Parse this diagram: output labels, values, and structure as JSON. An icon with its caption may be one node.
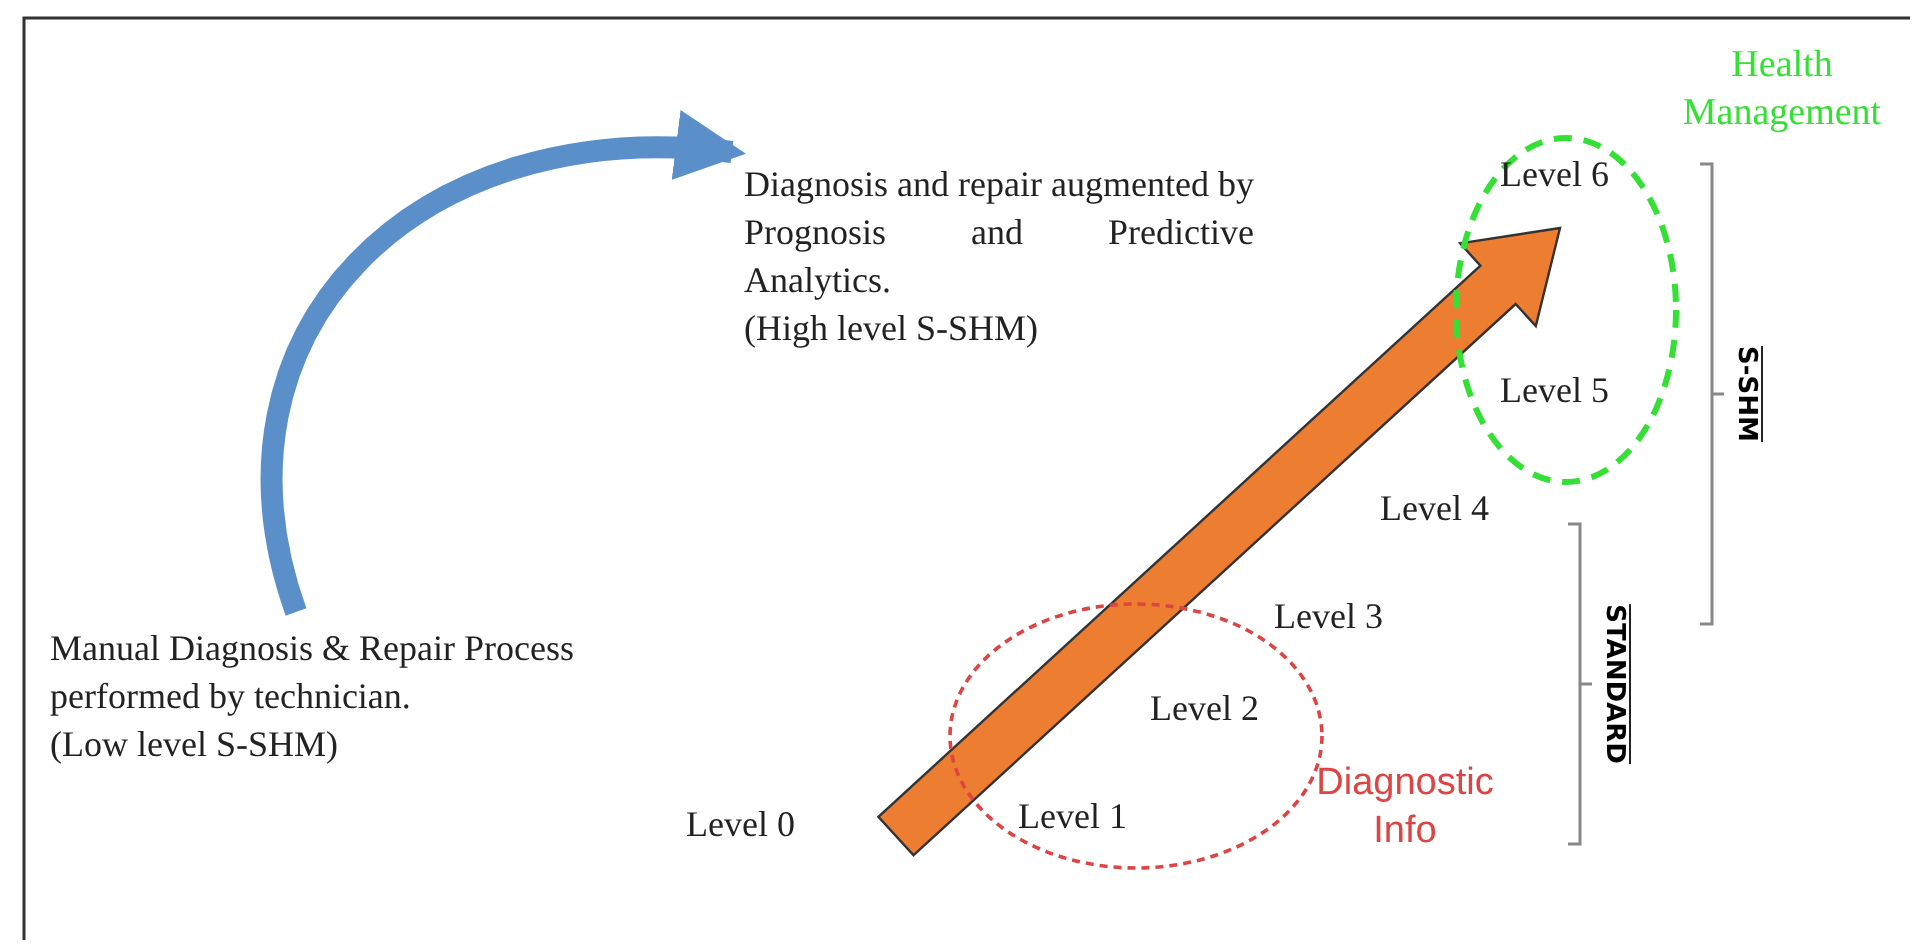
{
  "diagram": {
    "nodes": [
      {
        "text": [
          "Manual Diagnosis & Repair Process performed by technician.",
          "(Low level S-SHM)"
        ]
      },
      {
        "text": [
          "Diagnosis and repair augmented by Prognosis and Predictive Analytics.",
          "(High level S-SHM)"
        ]
      },
      {
        "text": [
          "Health Management"
        ]
      },
      {
        "text": [
          "Level 6"
        ],
        "in": 2
      },
      {
        "text": [
          "Level 5"
        ],
        "in": 2
      },
      {
        "text": [
          "Diagnostic Info"
        ]
      },
      {
        "text": [
          "Level 2"
        ],
        "in": 5
      },
      {
        "text": [
          "Level 1"
        ],
        "in": 5
      }
    ],
    "edges": [
      {
        "from": 0,
        "to": 1,
        "arrow": "to"
      }
    ],
    "labels": [
      "Level 4",
      "S-SHM",
      "Level 3",
      "STANDARD",
      "Level 0"
    ]
  }
}
